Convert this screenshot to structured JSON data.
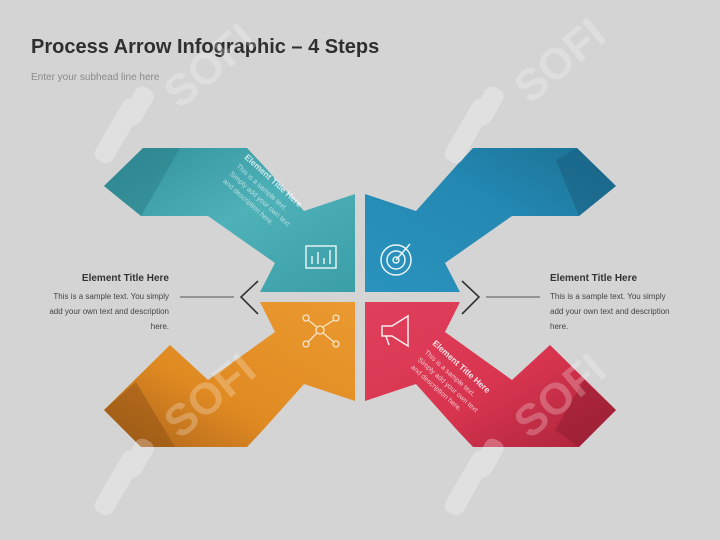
{
  "slide": {
    "title": "Process Arrow Infographic – 4 Steps",
    "subhead": "Enter your subhead line here"
  },
  "colors": {
    "background": "#d4d4d4",
    "teal": "#46a5ad",
    "blue": "#2289b2",
    "orange": "#e08a22",
    "red": "#d8344f"
  },
  "arrows": [
    {
      "id": "teal",
      "color": "teal",
      "title": "Element Title Here",
      "icon": "bar-chart-icon",
      "has_body": true,
      "body": [
        "This is a sample text.",
        "Simply add your own text",
        "and description here."
      ]
    },
    {
      "id": "blue",
      "color": "blue",
      "title": "",
      "icon": "target-icon",
      "has_body": false
    },
    {
      "id": "orange",
      "color": "orange",
      "title": "",
      "icon": "network-icon",
      "has_body": false
    },
    {
      "id": "red",
      "color": "red",
      "title": "Element Title Here",
      "icon": "megaphone-icon",
      "has_body": true,
      "body": [
        "This is a sample text.",
        "Simply add your own text",
        "and description here."
      ]
    }
  ],
  "left_panel": {
    "title": "Element Title Here",
    "body_lines": [
      "This is a sample text. You simply",
      "add your own text and description",
      "here."
    ]
  },
  "right_panel": {
    "title": "Element Title Here",
    "body_lines": [
      "This is a sample text. You simply",
      "add your own text and description",
      "here."
    ]
  },
  "watermark": {
    "text": "SOFI"
  }
}
